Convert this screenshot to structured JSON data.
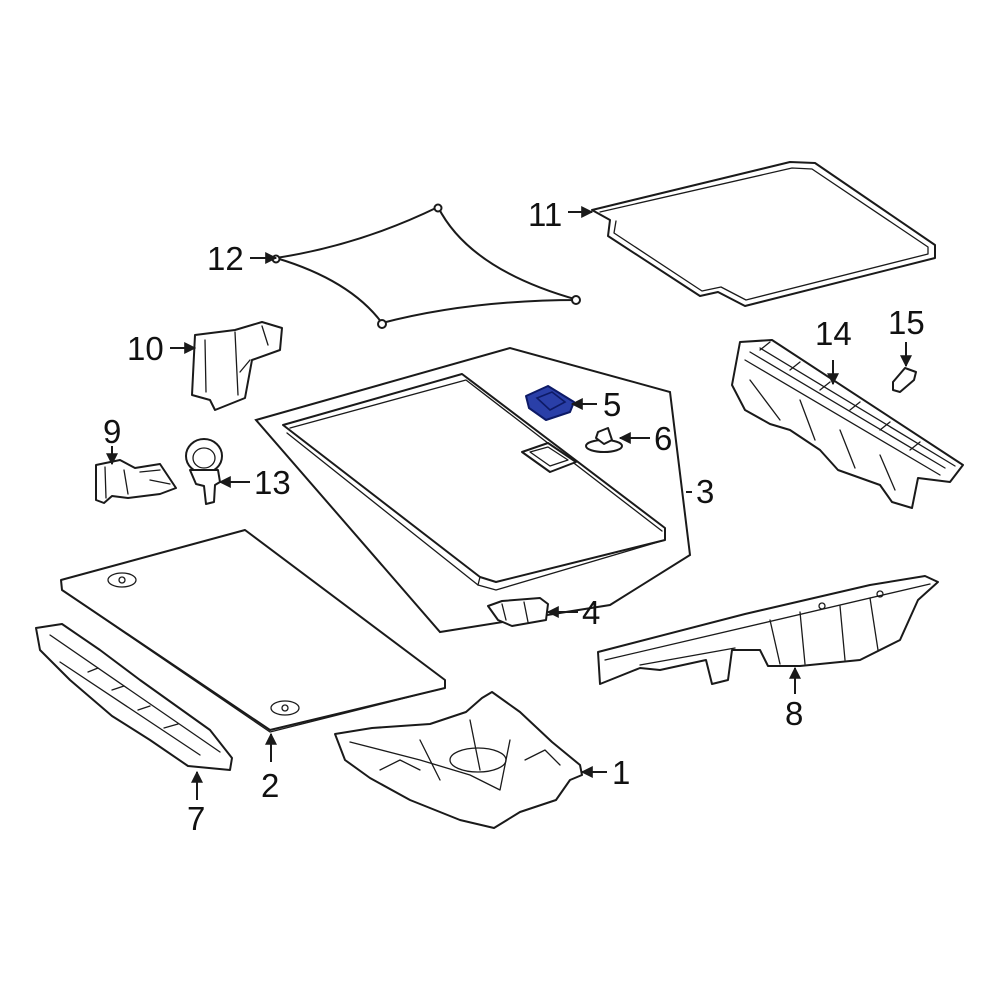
{
  "colors": {
    "line": "#1a1a1a",
    "highlight_fill": "#2a3fa8",
    "highlight_stroke": "#0d1a66",
    "background": "#ffffff"
  },
  "callouts": {
    "c1": "1",
    "c2": "2",
    "c3": "3",
    "c4": "4",
    "c5": "5",
    "c6": "6",
    "c7": "7",
    "c8": "8",
    "c9": "9",
    "c10": "10",
    "c11": "11",
    "c12": "12",
    "c13": "13",
    "c14": "14",
    "c15": "15"
  },
  "highlighted_part": "5"
}
